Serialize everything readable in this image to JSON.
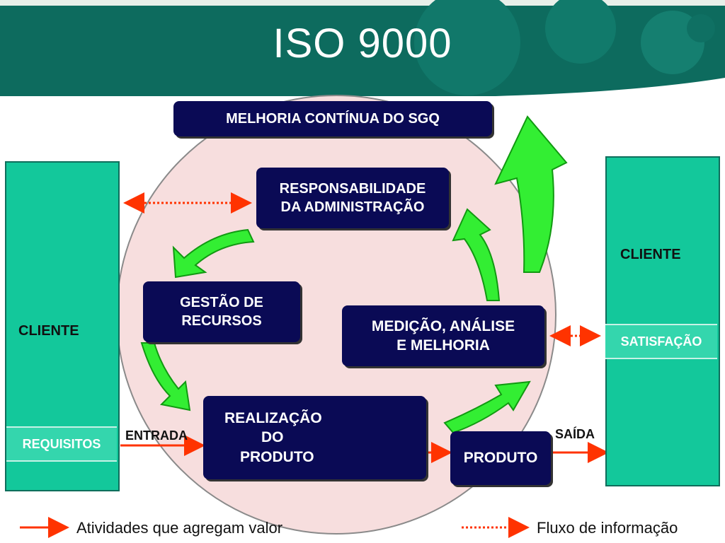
{
  "title": "ISO 9000",
  "boxes": {
    "melhoria": "MELHORIA CONTÍNUA DO SGQ",
    "responsabilidade": [
      "RESPONSABILIDADE",
      "DA ADMINISTRAÇÃO"
    ],
    "gestao": [
      "GESTÃO DE",
      "RECURSOS"
    ],
    "medicao": [
      "MEDIÇÃO, ANÁLISE",
      "E MELHORIA"
    ],
    "realizacao": [
      "REALIZAÇÃO",
      "DO",
      "PRODUTO"
    ],
    "produto": "PRODUTO"
  },
  "left_client": {
    "label": "CLIENTE",
    "tag": "REQUISITOS"
  },
  "right_client": {
    "label": "CLIENTE",
    "tag": "SATISFAÇÃO"
  },
  "flow": {
    "entrada": "ENTRADA",
    "saida": "SAÍDA"
  },
  "legend": {
    "value_activities": "Atividades que agregam valor",
    "info_flow": "Fluxo de informação"
  },
  "colors": {
    "header": "#0d6b5e",
    "box": "#0a0a55",
    "client": "#13c89b",
    "arrow_green": "#33ee33",
    "arrow_red": "#ff3300",
    "circle": "#f6d6d6"
  }
}
